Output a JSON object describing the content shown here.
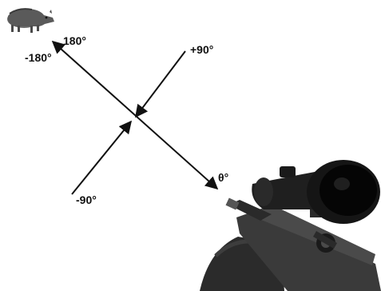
{
  "labels": {
    "angle_180": "180°",
    "angle_neg180": "-180°",
    "angle_pos90": "+90°",
    "angle_neg90": "-90°",
    "angle_theta": "θ°"
  },
  "colors": {
    "ink": "#111111",
    "boar": "#6b6b6b",
    "rifle_dark": "#1a1a1a",
    "rifle_mid": "#4a4a4a",
    "glove": "#2b2b2b"
  },
  "icons": {
    "boar": "boar-icon",
    "rifle": "scoped-rifle-icon"
  }
}
